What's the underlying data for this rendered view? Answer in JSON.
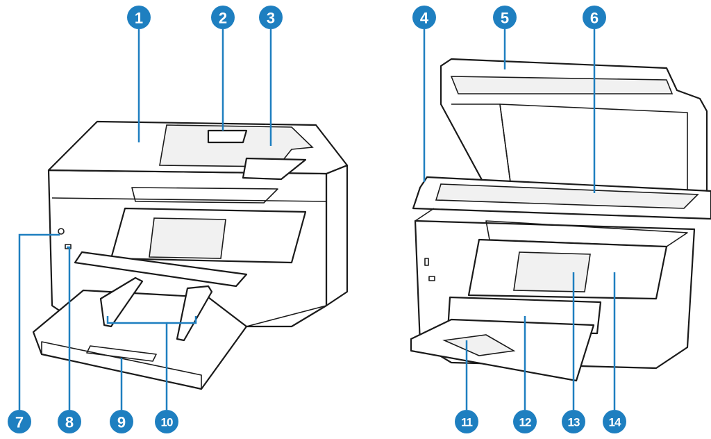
{
  "callouts": [
    {
      "id": "c1",
      "number": "1"
    },
    {
      "id": "c2",
      "number": "2"
    },
    {
      "id": "c3",
      "number": "3"
    },
    {
      "id": "c4",
      "number": "4"
    },
    {
      "id": "c5",
      "number": "5"
    },
    {
      "id": "c6",
      "number": "6"
    },
    {
      "id": "c7",
      "number": "7"
    },
    {
      "id": "c8",
      "number": "8"
    },
    {
      "id": "c9",
      "number": "9"
    },
    {
      "id": "c10",
      "number": "10"
    },
    {
      "id": "c11",
      "number": "11"
    },
    {
      "id": "c12",
      "number": "12"
    },
    {
      "id": "c13",
      "number": "13"
    },
    {
      "id": "c14",
      "number": "14"
    }
  ],
  "colors": {
    "callout": "#1e7fc0",
    "outline": "#1a1a1a",
    "background": "#ffffff"
  }
}
